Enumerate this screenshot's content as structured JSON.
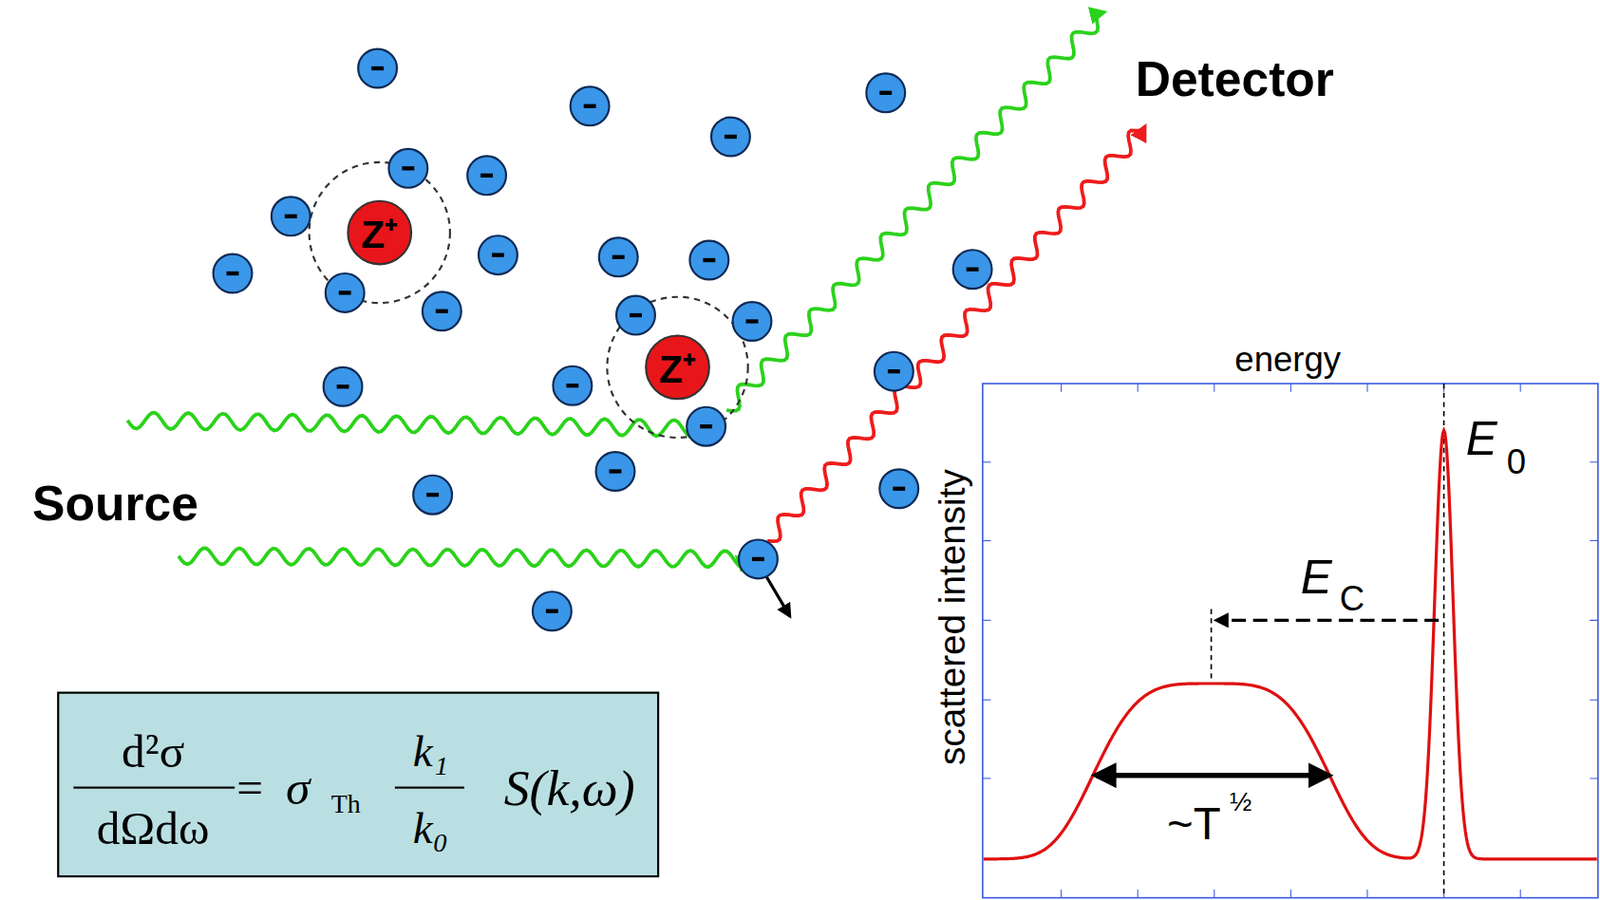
{
  "diagram": {
    "nodes": [
      {
        "text": [
          "d²σ",
          "dΩdω",
          "=",
          "σ",
          "Th",
          "k₁",
          "k₀",
          "S(k,ω)"
        ]
      }
    ],
    "labels": [
      "Detector",
      "Source",
      "Z⁺",
      "Z⁺",
      "energy",
      "scattered intensity",
      "E",
      "0",
      "E",
      "C",
      "~T",
      "½"
    ]
  }
}
